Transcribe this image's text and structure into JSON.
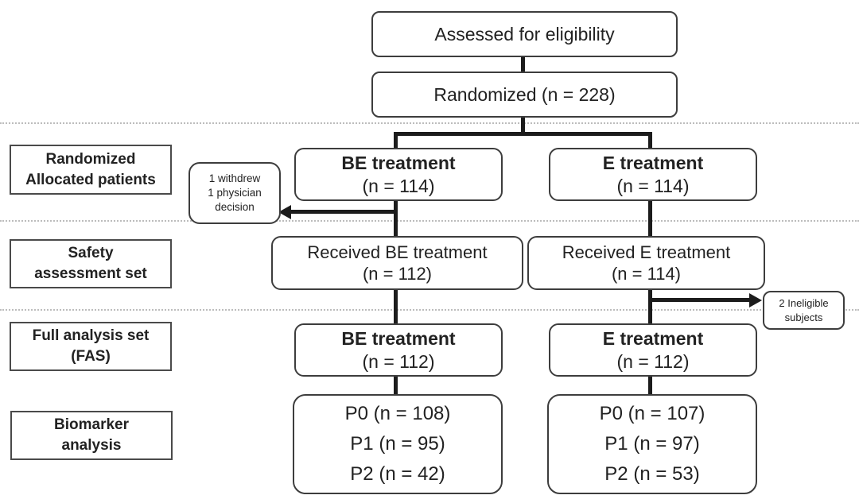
{
  "figure": {
    "background": "#ffffff",
    "line_color": "#1c1c1c",
    "box_border_color": "#3d3d3d",
    "dotted_line_color": "#bcbcbc"
  },
  "top_flow": {
    "assessed": "Assessed for eligibility",
    "randomized": "Randomized (n = 228)"
  },
  "row_labels": [
    {
      "line1": "Randomized",
      "line2": "Allocated  patients"
    },
    {
      "line1": "Safety",
      "line2": "assessment set"
    },
    {
      "line1": "Full analysis set",
      "line2": "(FAS)"
    },
    {
      "line1": "Biomarker",
      "line2": "analysis"
    }
  ],
  "be_column": {
    "allocated_title": "BE treatment",
    "allocated_n": "(n = 114)",
    "received_title": "Received BE treatment",
    "received_n": "(n = 112)",
    "fas_title": "BE treatment",
    "fas_n": "(n = 112)",
    "biomarker": [
      "P0 (n = 108)",
      "P1 (n = 95)",
      "P2 (n = 42)"
    ]
  },
  "e_column": {
    "allocated_title": "E treatment",
    "allocated_n": "(n = 114)",
    "received_title": "Received E treatment",
    "received_n": "(n = 114)",
    "fas_title": "E treatment",
    "fas_n": "(n = 112)",
    "biomarker": [
      "P0 (n = 107)",
      "P1 (n = 97)",
      "P2 (n = 53)"
    ]
  },
  "annotations": {
    "withdraw": [
      "1 withdrew",
      "1 physician",
      "decision"
    ],
    "ineligible": [
      "2 Ineligible",
      "subjects"
    ]
  }
}
